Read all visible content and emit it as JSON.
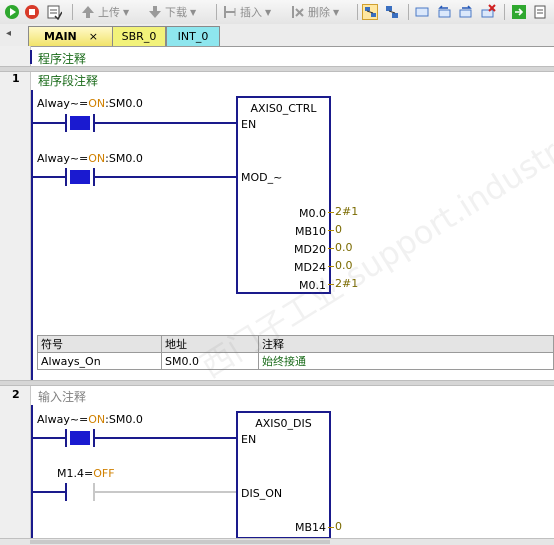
{
  "toolbar": {
    "upload": "上传",
    "download": "下载",
    "insert": "插入",
    "delete": "删除"
  },
  "tabs": [
    {
      "label": "MAIN"
    },
    {
      "label": "SBR_0"
    },
    {
      "label": "INT_0"
    }
  ],
  "tab_close": "×",
  "program_comment": "程序注释",
  "network1": {
    "number": "1",
    "comment": "程序段注释",
    "rung1": {
      "prefix": "Alway~=",
      "state": "ON",
      "addr": ":SM0.0"
    },
    "rung2": {
      "prefix": "Alway~=",
      "state": "ON",
      "addr": ":SM0.0"
    },
    "box": {
      "title": "AXIS0_CTRL",
      "in1": "EN",
      "in2": "MOD_~",
      "outputs": [
        {
          "pin": "M0.0",
          "value": "2#1"
        },
        {
          "pin": "MB10",
          "value": "0"
        },
        {
          "pin": "MD20",
          "value": "0.0"
        },
        {
          "pin": "MD24",
          "value": "0.0"
        },
        {
          "pin": "M0.1",
          "value": "2#1"
        }
      ]
    },
    "symbol_table": {
      "headers": [
        "符号",
        "地址",
        "注释"
      ],
      "rows": [
        [
          "Always_On",
          "SM0.0",
          "始终接通"
        ]
      ]
    }
  },
  "network2": {
    "number": "2",
    "comment": "输入注释",
    "rung1": {
      "prefix": "Alway~=",
      "state": "ON",
      "addr": ":SM0.0"
    },
    "rung2": {
      "prefix": "M1.4=",
      "state": "OFF"
    },
    "box": {
      "title": "AXIS0_DIS",
      "in1": "EN",
      "in2": "DIS_ON",
      "outputs": [
        {
          "pin": "MB14",
          "value": "0"
        }
      ]
    }
  },
  "watermark": "西门子工业  support.industry.siemens.com/cs"
}
